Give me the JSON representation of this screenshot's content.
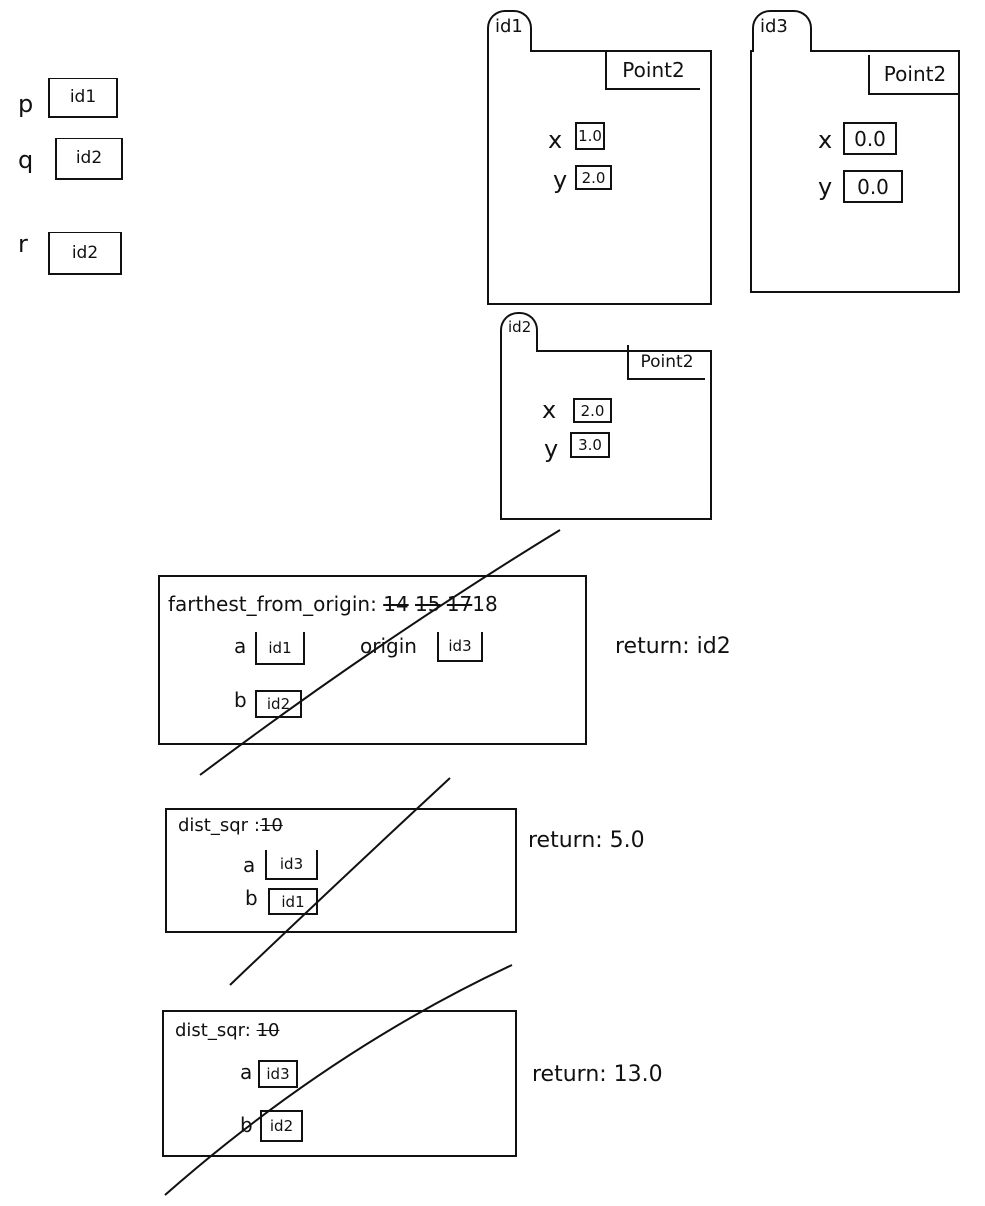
{
  "globals": [
    {
      "name": "p",
      "value": "id1"
    },
    {
      "name": "q",
      "value": "id2"
    },
    {
      "name": "r",
      "value": "id2"
    }
  ],
  "objects": [
    {
      "id": "id1",
      "type": "Point2",
      "x": "1.0",
      "y": "2.0"
    },
    {
      "id": "id3",
      "type": "Point2",
      "x": "0.0",
      "y": "0.0"
    },
    {
      "id": "id2",
      "type": "Point2",
      "x": "2.0",
      "y": "3.0"
    }
  ],
  "frames": [
    {
      "function": "farthest_from_origin",
      "separator": ":",
      "lines_struck": [
        "14",
        "15",
        "17"
      ],
      "line_current": "18",
      "vars": [
        {
          "name": "a",
          "value": "id1"
        },
        {
          "name": "origin",
          "value": "id3"
        },
        {
          "name": "b",
          "value": "id2"
        }
      ],
      "return": "return: id2"
    },
    {
      "function": "dist_sqr",
      "separator": ":",
      "lines_struck": [
        "10"
      ],
      "vars": [
        {
          "name": "a",
          "value": "id3"
        },
        {
          "name": "b",
          "value": "id1"
        }
      ],
      "return": "return: 5.0"
    },
    {
      "function": "dist_sqr",
      "separator": ":",
      "lines_struck": [
        "10"
      ],
      "vars": [
        {
          "name": "a",
          "value": "id3"
        },
        {
          "name": "b",
          "value": "id2"
        }
      ],
      "return": "return: 13.0"
    }
  ],
  "labels": {
    "x": "x",
    "y": "y"
  }
}
